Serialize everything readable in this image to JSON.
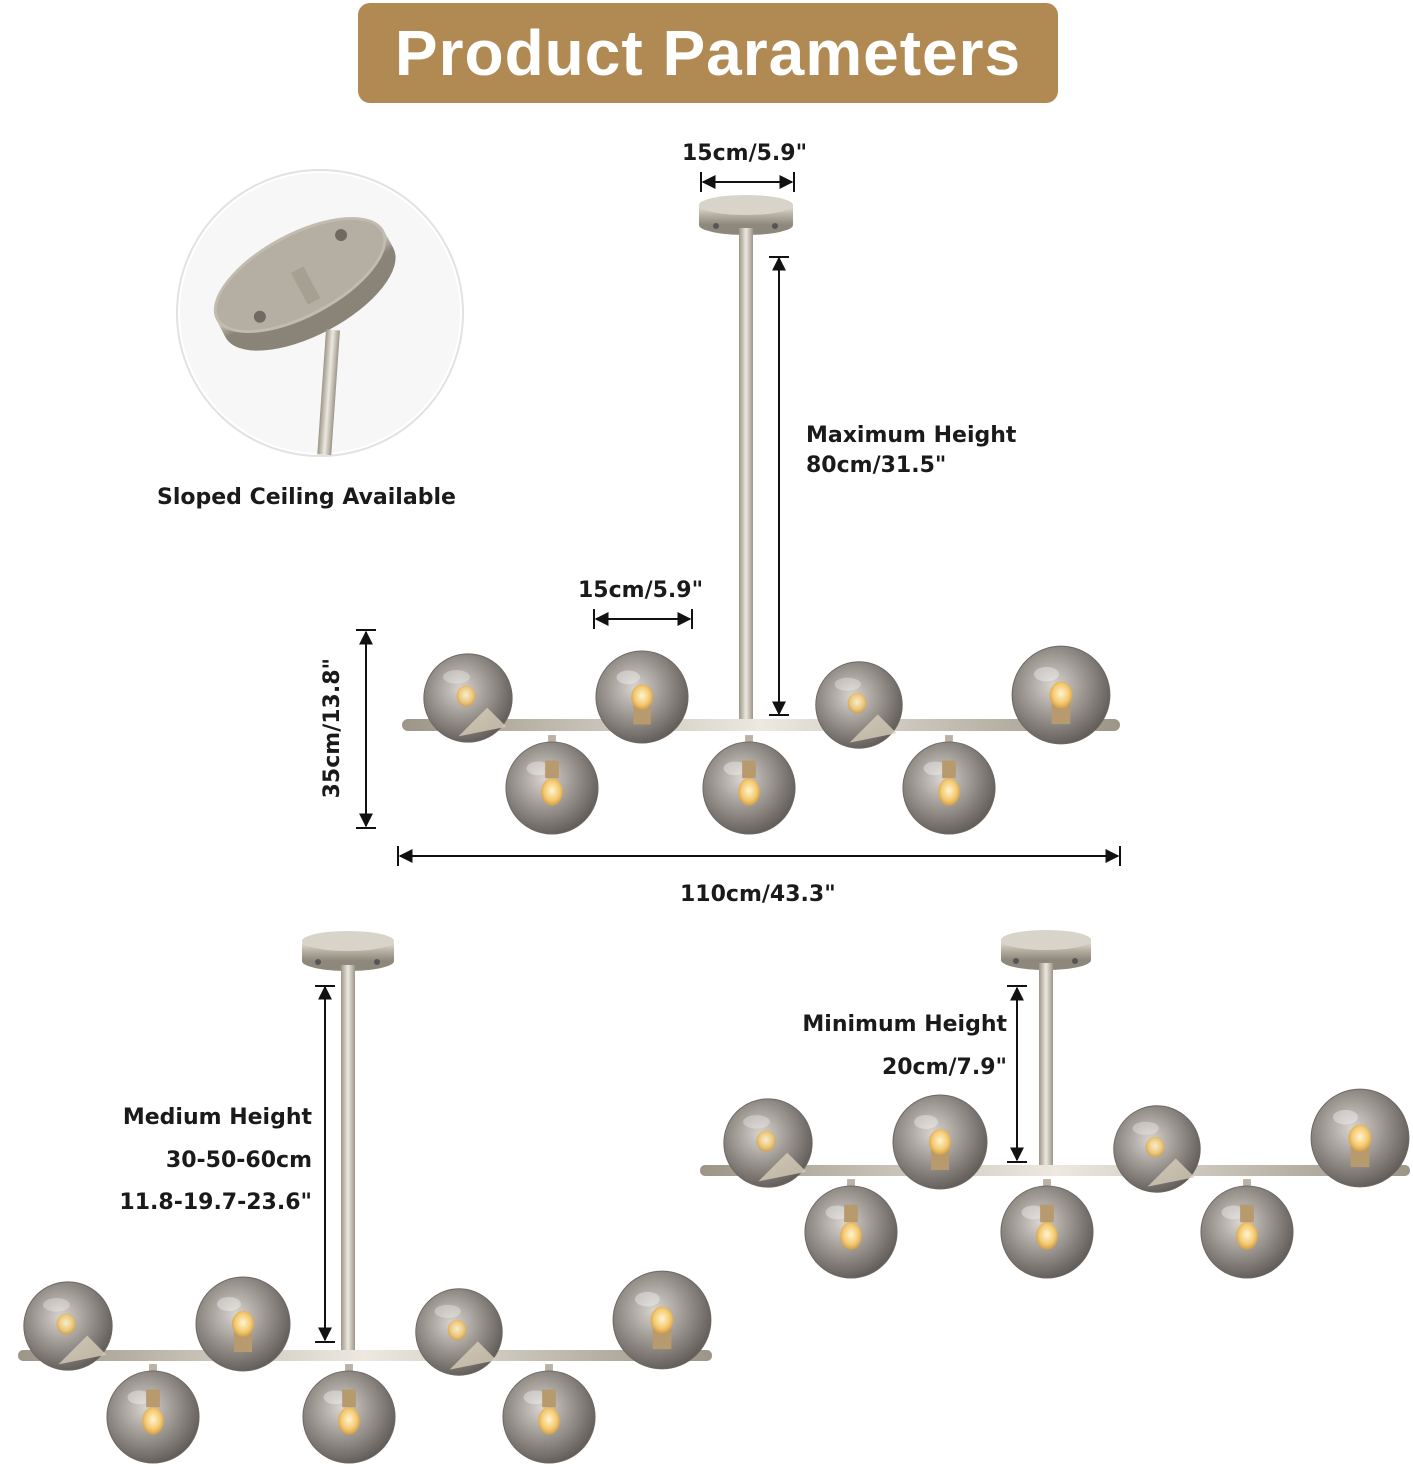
{
  "header": {
    "title": "Product Parameters"
  },
  "inset": {
    "caption": "Sloped Ceiling Available"
  },
  "dimensions": {
    "canopy_width": "15cm/5.9\"",
    "max_height_label": "Maximum Height",
    "max_height_value": "80cm/31.5\"",
    "globe_diameter": "15cm/5.9\"",
    "fixture_height": "35cm/13.8\"",
    "fixture_length": "110cm/43.3\"",
    "medium_height_label": "Medium Height",
    "medium_height_cm": "30-50-60cm",
    "medium_height_in": "11.8-19.7-23.6\"",
    "min_height_label": "Minimum Height",
    "min_height_value": "20cm/7.9\""
  },
  "colors": {
    "banner": "#b08a52",
    "metal": "#c9c2b4",
    "glass": "#8f8a86",
    "bulb": "#f3c970"
  }
}
